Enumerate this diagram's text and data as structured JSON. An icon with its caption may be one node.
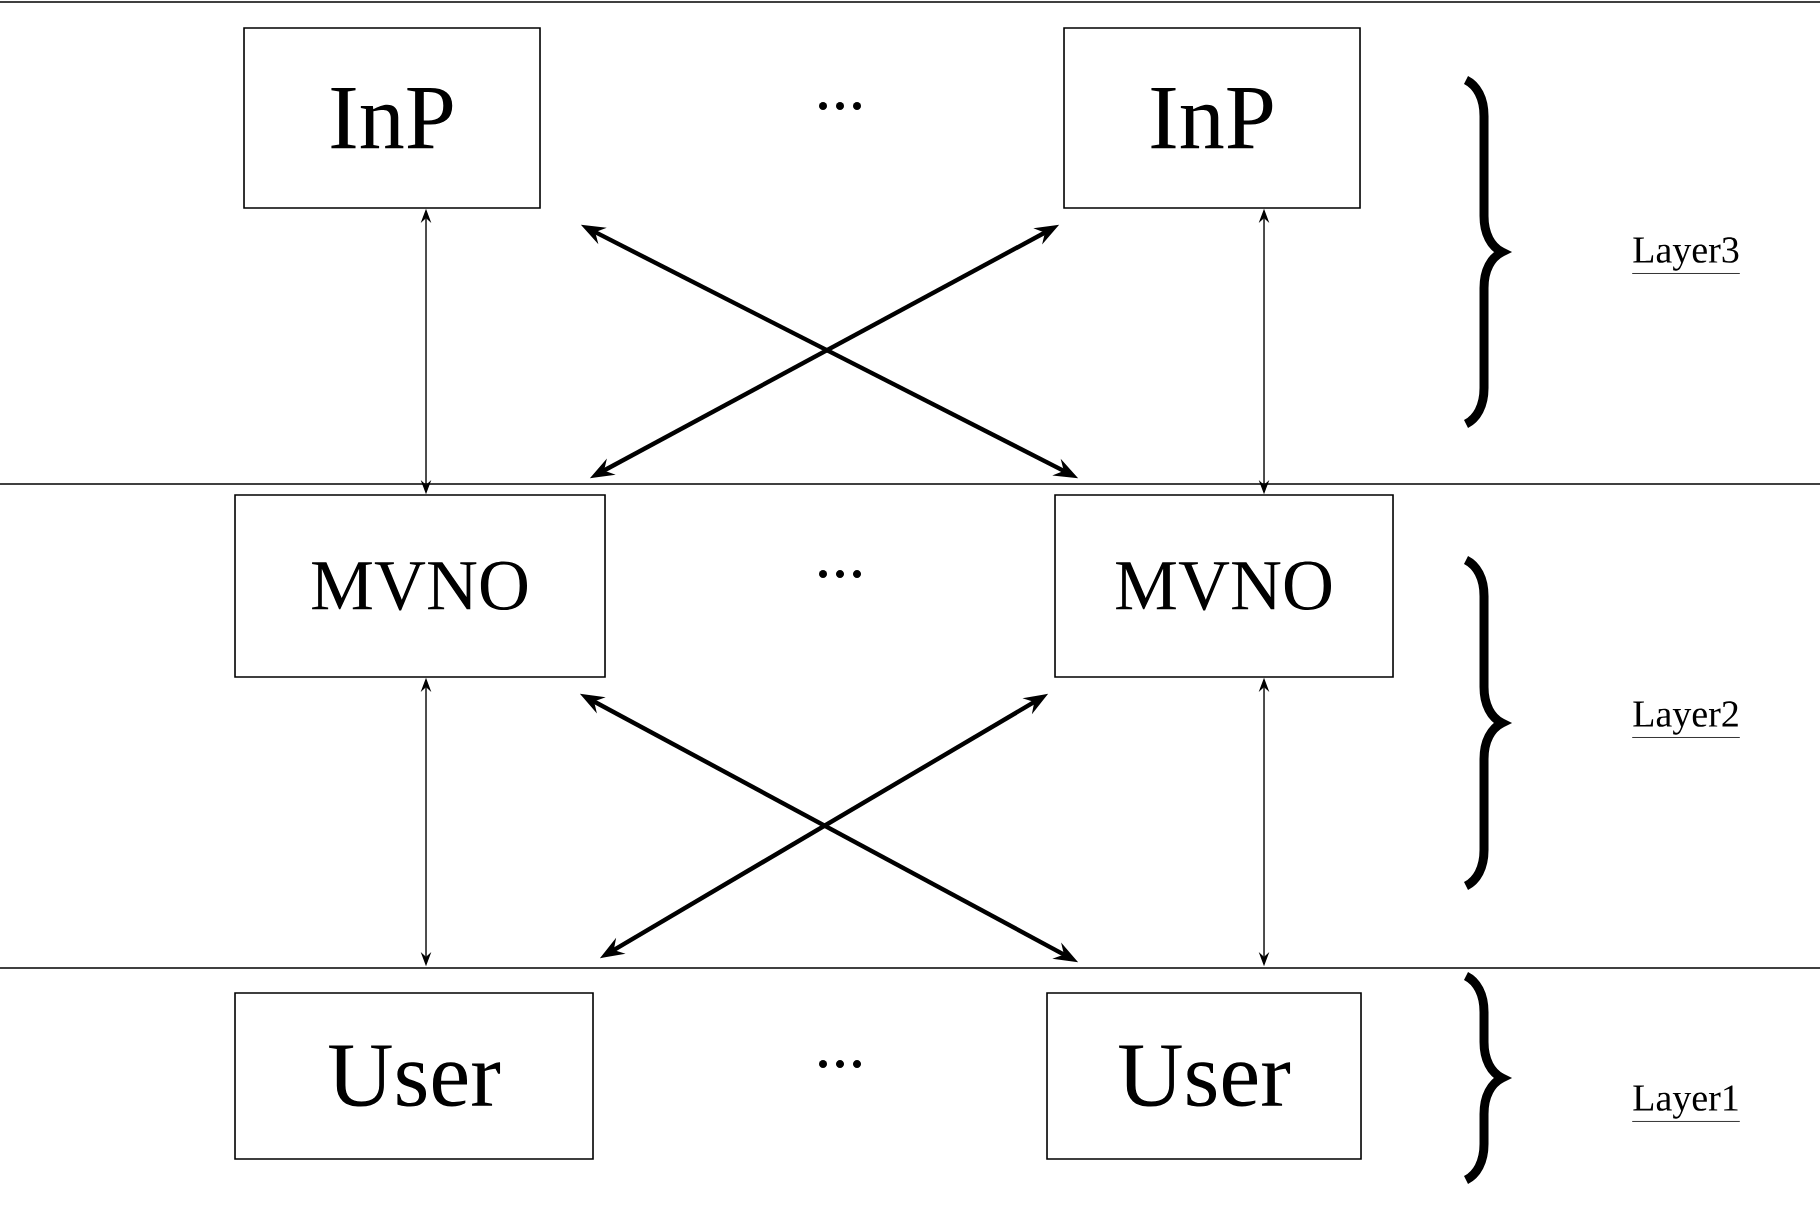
{
  "diagram": {
    "nodes": [
      {
        "text": [
          "InP"
        ]
      },
      {
        "text": [
          "InP"
        ]
      },
      {
        "text": [
          "MVNO"
        ]
      },
      {
        "text": [
          "MVNO"
        ]
      },
      {
        "text": [
          "User"
        ]
      },
      {
        "text": [
          "User"
        ]
      }
    ],
    "edges": [
      {
        "from": 0,
        "to": 2,
        "arrow": "both"
      },
      {
        "from": 0,
        "to": 3,
        "arrow": "both",
        "style": "thick"
      },
      {
        "from": 1,
        "to": 2,
        "arrow": "both",
        "style": "thick"
      },
      {
        "from": 1,
        "to": 3,
        "arrow": "both"
      },
      {
        "from": 2,
        "to": 4,
        "arrow": "both"
      },
      {
        "from": 2,
        "to": 5,
        "arrow": "both",
        "style": "thick"
      },
      {
        "from": 3,
        "to": 4,
        "arrow": "both",
        "style": "thick"
      },
      {
        "from": 3,
        "to": 5,
        "arrow": "both"
      }
    ],
    "labels": [
      "...",
      "Layer3",
      "...",
      "Layer2",
      "...",
      "Layer1"
    ]
  }
}
